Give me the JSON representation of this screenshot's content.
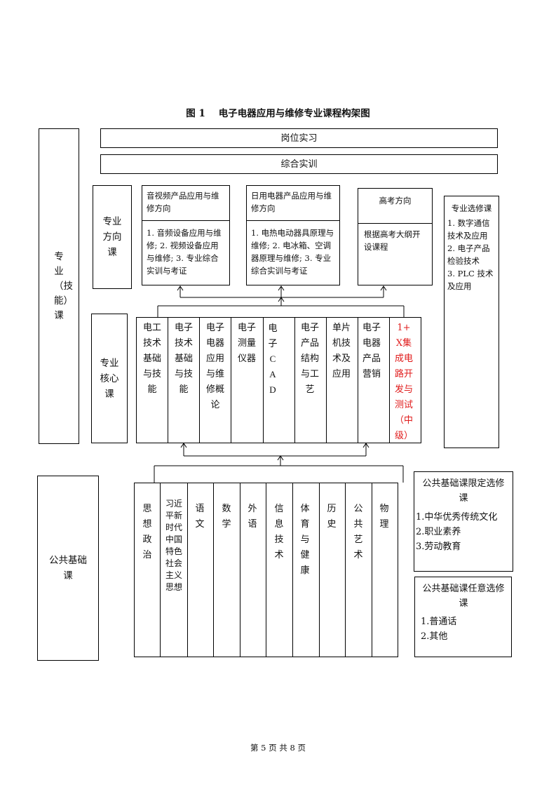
{
  "title": "图 1    电子电器应用与维修专业课程构架图",
  "left_labels": {
    "professional": "专业（技能）课",
    "public": "公共基础课"
  },
  "top_bars": {
    "internship": "岗位实习",
    "training": "综合实训"
  },
  "direction": {
    "label": "专业方向课",
    "columns": [
      {
        "head": "音视频产品应用与维修方向",
        "body": "1. 音频设备应用与维修; 2. 视频设备应用与维修; 3. 专业综合实训与考证"
      },
      {
        "head": "日用电器产品应用与维修方向",
        "body": "1. 电热电动器具原理与维修; 2. 电冰箱、空调器原理与维修; 3. 专业综合实训与考证"
      },
      {
        "head": "高考方向",
        "body": "根据高考大纲开设课程"
      }
    ]
  },
  "elective": {
    "title": "专业选修课",
    "items": [
      "1. 数字通信技术及应用",
      "2. 电子产品检验技术",
      "3. PLC 技术及应用"
    ]
  },
  "core": {
    "label": "专业核心课",
    "courses": [
      "电工技术基础与技能",
      "电子技术基础与技能",
      "电子电器应用与维修概论",
      "电子测量仪器",
      "电子CAD",
      "电子产品结构与工艺",
      "单片机技术及应用",
      "电子电器产品营销",
      "1+X集成电路开发与测试（中级）"
    ]
  },
  "public": {
    "courses": [
      "思想政治",
      "习近平新时代中国特色社会主义思想",
      "语文",
      "数学",
      "外语",
      "信息技术",
      "体育与健康",
      "历史",
      "公共艺术",
      "物理"
    ]
  },
  "limited_elective": {
    "title": "公共基础课限定选修课",
    "items": [
      "1.中华优秀传统文化",
      "2.职业素养",
      "3.劳动教育"
    ]
  },
  "optional_elective": {
    "title": "公共基础课任意选修课",
    "items": [
      "1.普通话",
      "2.其他"
    ]
  },
  "footer": "第 5 页 共 8 页",
  "colors": {
    "line": "#000000",
    "highlight": "#e01b1b"
  }
}
